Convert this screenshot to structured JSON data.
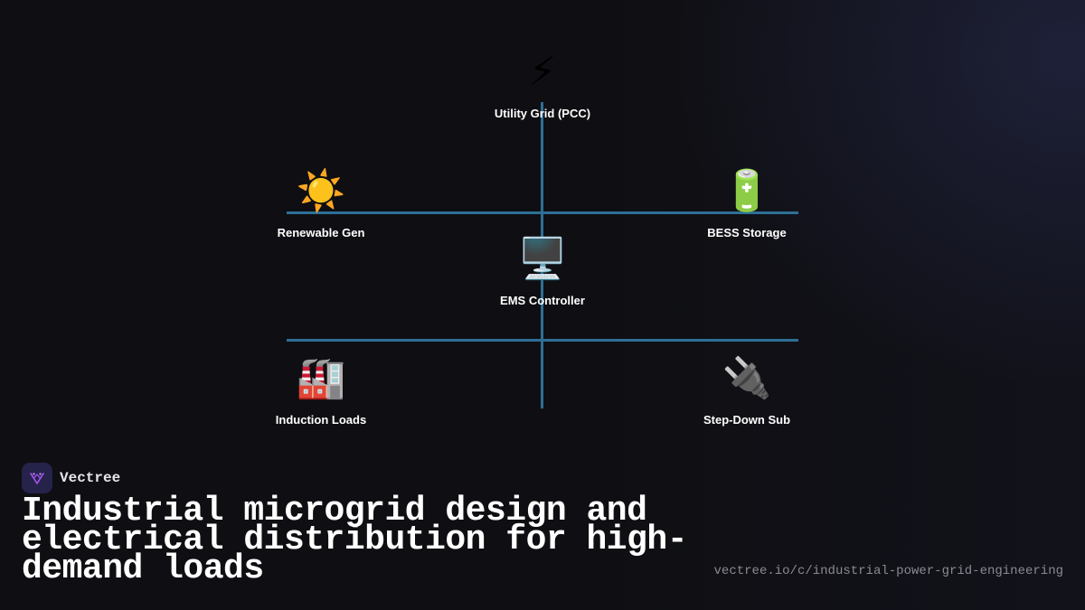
{
  "diagram": {
    "nodes": {
      "utility_grid": {
        "icon": "⚡",
        "icon_name": "lightning-bolt-icon",
        "label": "Utility Grid (PCC)"
      },
      "renewable": {
        "icon": "☀️",
        "icon_name": "sun-icon",
        "label": "Renewable Gen"
      },
      "bess": {
        "icon": "🔋",
        "icon_name": "battery-icon",
        "label": "BESS Storage"
      },
      "ems": {
        "icon": "🖥️",
        "icon_name": "desktop-computer-icon",
        "label": "EMS Controller"
      },
      "induction": {
        "icon": "🏭",
        "icon_name": "factory-icon",
        "label": "Induction Loads"
      },
      "stepdown": {
        "icon": "🔌",
        "icon_name": "electric-plug-icon",
        "label": "Step-Down Sub"
      }
    },
    "bus_color": "#2d6f96"
  },
  "brand": {
    "name": "Vectree",
    "logo_icon": "vectree-logo-icon",
    "logo_color": "#a855f7"
  },
  "headline": "Industrial microgrid design and electrical distribution for high-demand loads",
  "url": "vectree.io/c/industrial-power-grid-engineering"
}
